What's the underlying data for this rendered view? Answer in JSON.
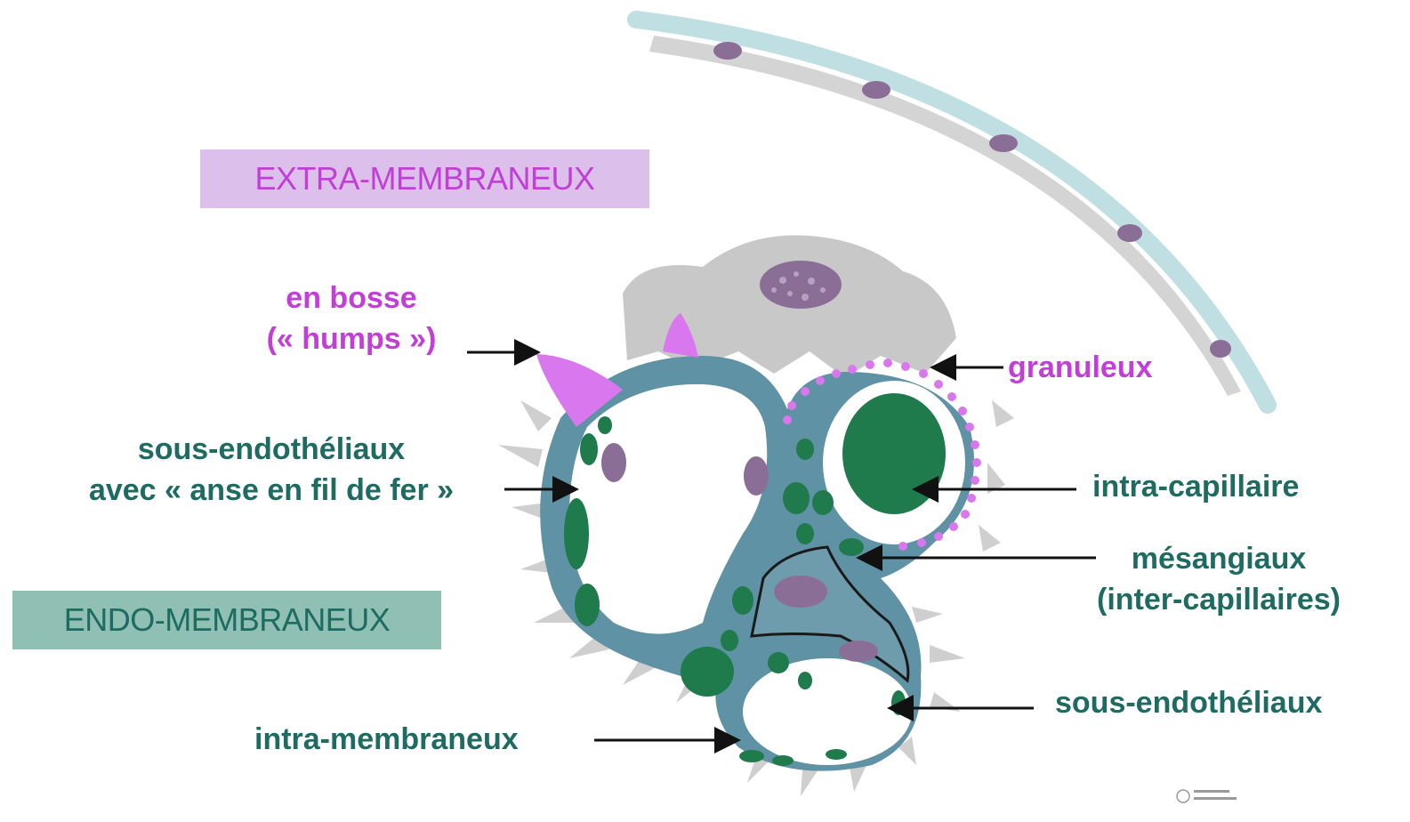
{
  "colors": {
    "extra_text": "#c13fd6",
    "extra_box": "#dcbfea",
    "endo_text": "#1e6b62",
    "endo_box": "#8fc0b3",
    "membrane": "#5f92a4",
    "deposit_green": "#1f7a4c",
    "hump_pink": "#d877ee",
    "cell_gray": "#c8c8c8",
    "nucleus_purple": "#8a6e96",
    "bowman_capsule": "#bfdfe3"
  },
  "categories": {
    "extra": "EXTRA-MEMBRANEUX",
    "endo": "ENDO-MEMBRANEUX"
  },
  "labels": {
    "humps_line1": "en bosse",
    "humps_line2": "(« humps »)",
    "granuleux": "granuleux",
    "sous_endo_line1": "sous-endothéliaux",
    "sous_endo_line2": "avec « anse en fil de fer »",
    "intra_capillaire": "intra-capillaire",
    "mesangiaux_line1": "mésangiaux",
    "mesangiaux_line2": "(inter-capillaires)",
    "sous_endo_right": "sous-endothéliaux",
    "intra_membraneux": "intra-membraneux"
  }
}
